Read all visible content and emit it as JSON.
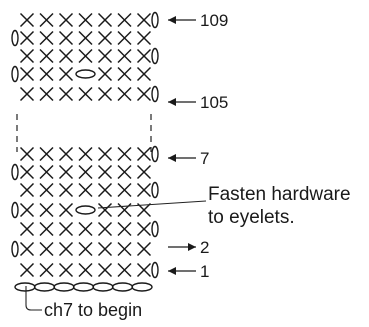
{
  "diagram": {
    "row_markers": [
      {
        "label": "109",
        "arrow": "left"
      },
      {
        "label": "105",
        "arrow": "left"
      },
      {
        "label": "7",
        "arrow": "left"
      },
      {
        "label": "2",
        "arrow": "right"
      },
      {
        "label": "1",
        "arrow": "left"
      }
    ],
    "annotation": {
      "line1": "Fasten hardware",
      "line2": "to eyelets."
    },
    "start_label": "ch7 to begin",
    "stitches_per_row": 7
  }
}
